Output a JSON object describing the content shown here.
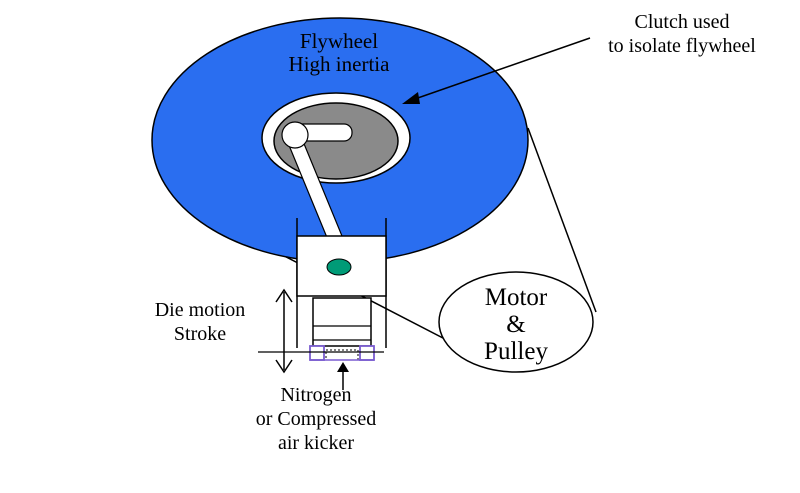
{
  "diagram": {
    "flywheel_label": [
      "Flywheel",
      "High inertia"
    ],
    "clutch_label": [
      "Clutch used",
      "to isolate flywheel"
    ],
    "motor_label": [
      "Motor",
      "&",
      "Pulley"
    ],
    "die_motion_label": [
      "Die motion",
      "Stroke"
    ],
    "kicker_label": [
      "Nitrogen",
      "or Compressed",
      "air kicker"
    ]
  },
  "colors": {
    "flywheel": "#2a6ef0",
    "clutch_ring": "#ffffff",
    "hub": "#8a8a8a",
    "indicator": "#009b77",
    "kicker_blocks": "#7a5cd0",
    "outline": "#000000"
  }
}
